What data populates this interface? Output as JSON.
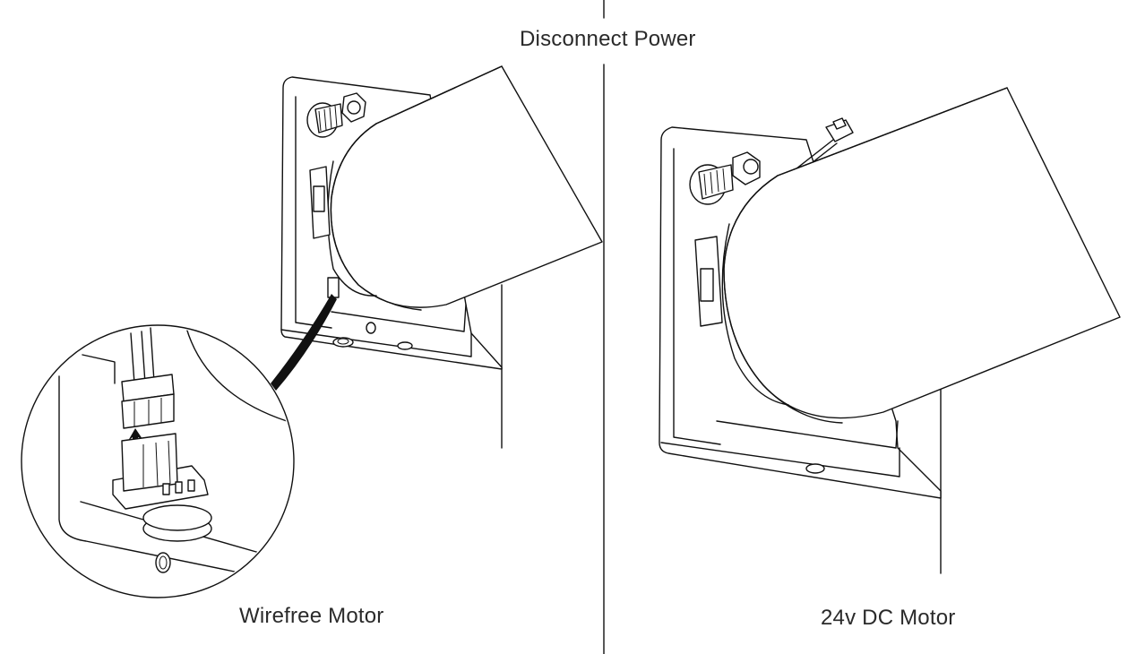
{
  "title": "Disconnect Power",
  "panels": [
    {
      "id": "left",
      "label": "Wirefree Motor"
    },
    {
      "id": "right",
      "label": "24v DC Motor"
    }
  ]
}
